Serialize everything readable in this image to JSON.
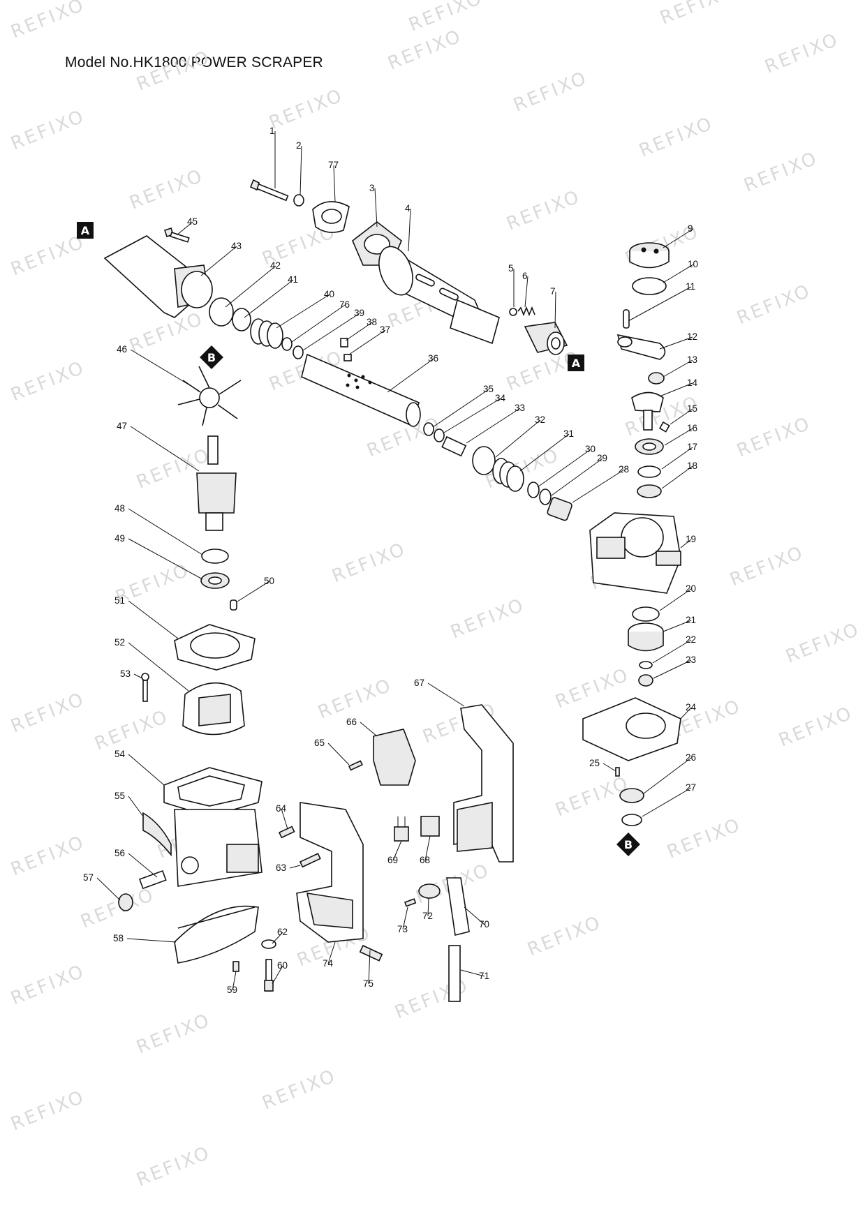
{
  "title": "Model No.HK1800 POWER SCRAPER",
  "watermark": "REFIXO",
  "assembly_markers": [
    "A",
    "B"
  ],
  "part_numbers": [
    "1",
    "2",
    "3",
    "4",
    "5",
    "6",
    "7",
    "9",
    "10",
    "11",
    "12",
    "13",
    "14",
    "15",
    "16",
    "17",
    "18",
    "19",
    "20",
    "21",
    "22",
    "23",
    "24",
    "25",
    "26",
    "27",
    "28",
    "29",
    "30",
    "31",
    "32",
    "33",
    "34",
    "35",
    "36",
    "37",
    "38",
    "39",
    "40",
    "41",
    "42",
    "43",
    "45",
    "46",
    "47",
    "48",
    "49",
    "50",
    "51",
    "52",
    "53",
    "54",
    "55",
    "56",
    "57",
    "58",
    "59",
    "60",
    "62",
    "63",
    "64",
    "65",
    "66",
    "67",
    "68",
    "69",
    "70",
    "71",
    "72",
    "73",
    "74",
    "75",
    "76",
    "77"
  ]
}
